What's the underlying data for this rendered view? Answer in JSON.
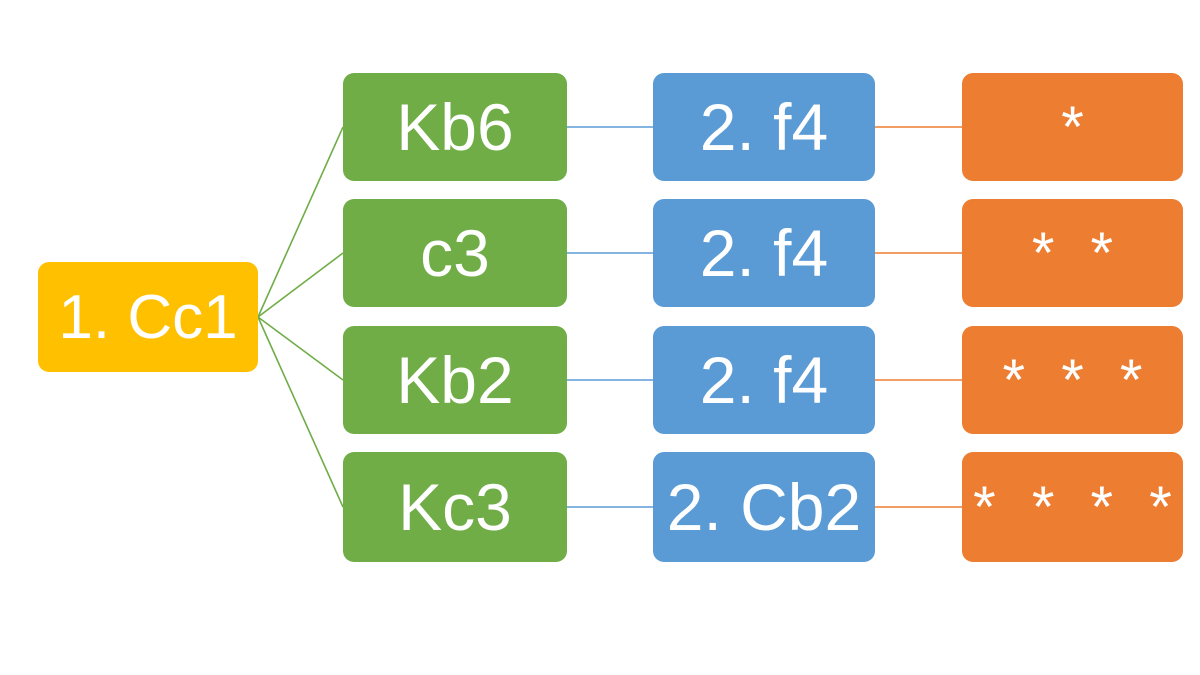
{
  "diagram": {
    "type": "variation-tree",
    "root": {
      "label": "1. Cc1"
    },
    "rows": [
      {
        "move": "Kb6",
        "reply": "2. f4",
        "result": "*"
      },
      {
        "move": "c3",
        "reply": "2. f4",
        "result": "* *"
      },
      {
        "move": "Kb2",
        "reply": "2. f4",
        "result": "* * *"
      },
      {
        "move": "Kc3",
        "reply": "2. Cb2",
        "result": "* * * *"
      }
    ],
    "colors": {
      "root_fill": "#FFC000",
      "move_fill": "#70AD47",
      "reply_fill": "#5B9BD5",
      "result_fill": "#ED7D31",
      "root_connector": "#70AD47",
      "reply_connector": "#5B9BD5",
      "result_connector": "#ED7D31",
      "text": "#FFFFFF",
      "background": "#FFFFFF"
    }
  }
}
